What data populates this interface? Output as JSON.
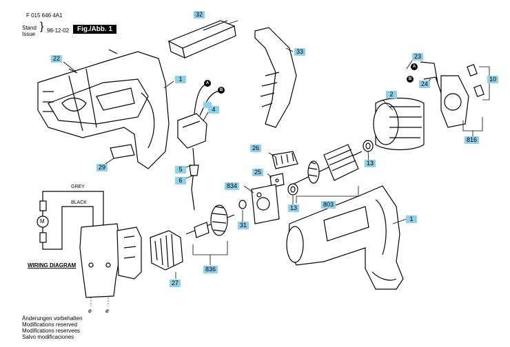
{
  "header": {
    "doc_number": "F 015 646 4A1",
    "stand": "Stand",
    "issue": "Issue",
    "date": "98-12-02",
    "fig_label": "Fig./Abb. 1"
  },
  "callouts": {
    "c1a": "1",
    "c1b": "1",
    "c2": "2",
    "c4": "4",
    "c5": "5",
    "c6": "6",
    "c10": "10",
    "c13a": "13",
    "c13b": "13",
    "c22": "22",
    "c23": "23",
    "c24": "24",
    "c25": "25",
    "c26": "26",
    "c27": "27",
    "c29": "29",
    "c31": "31",
    "c32": "32",
    "c33": "33",
    "c803": "803",
    "c816": "816",
    "c834": "834",
    "c836": "836"
  },
  "markers": {
    "a1": "A",
    "b1": "B",
    "a2": "A",
    "b2": "B"
  },
  "wiring": {
    "title": "WIRING DIAGRAM",
    "grey": "GREY",
    "black": "BLACK",
    "motor": "M"
  },
  "notes": [
    "Änderungen vorbehalten",
    "Modifications reserved",
    "Modifications reservees",
    "Salvo modificaciones"
  ]
}
